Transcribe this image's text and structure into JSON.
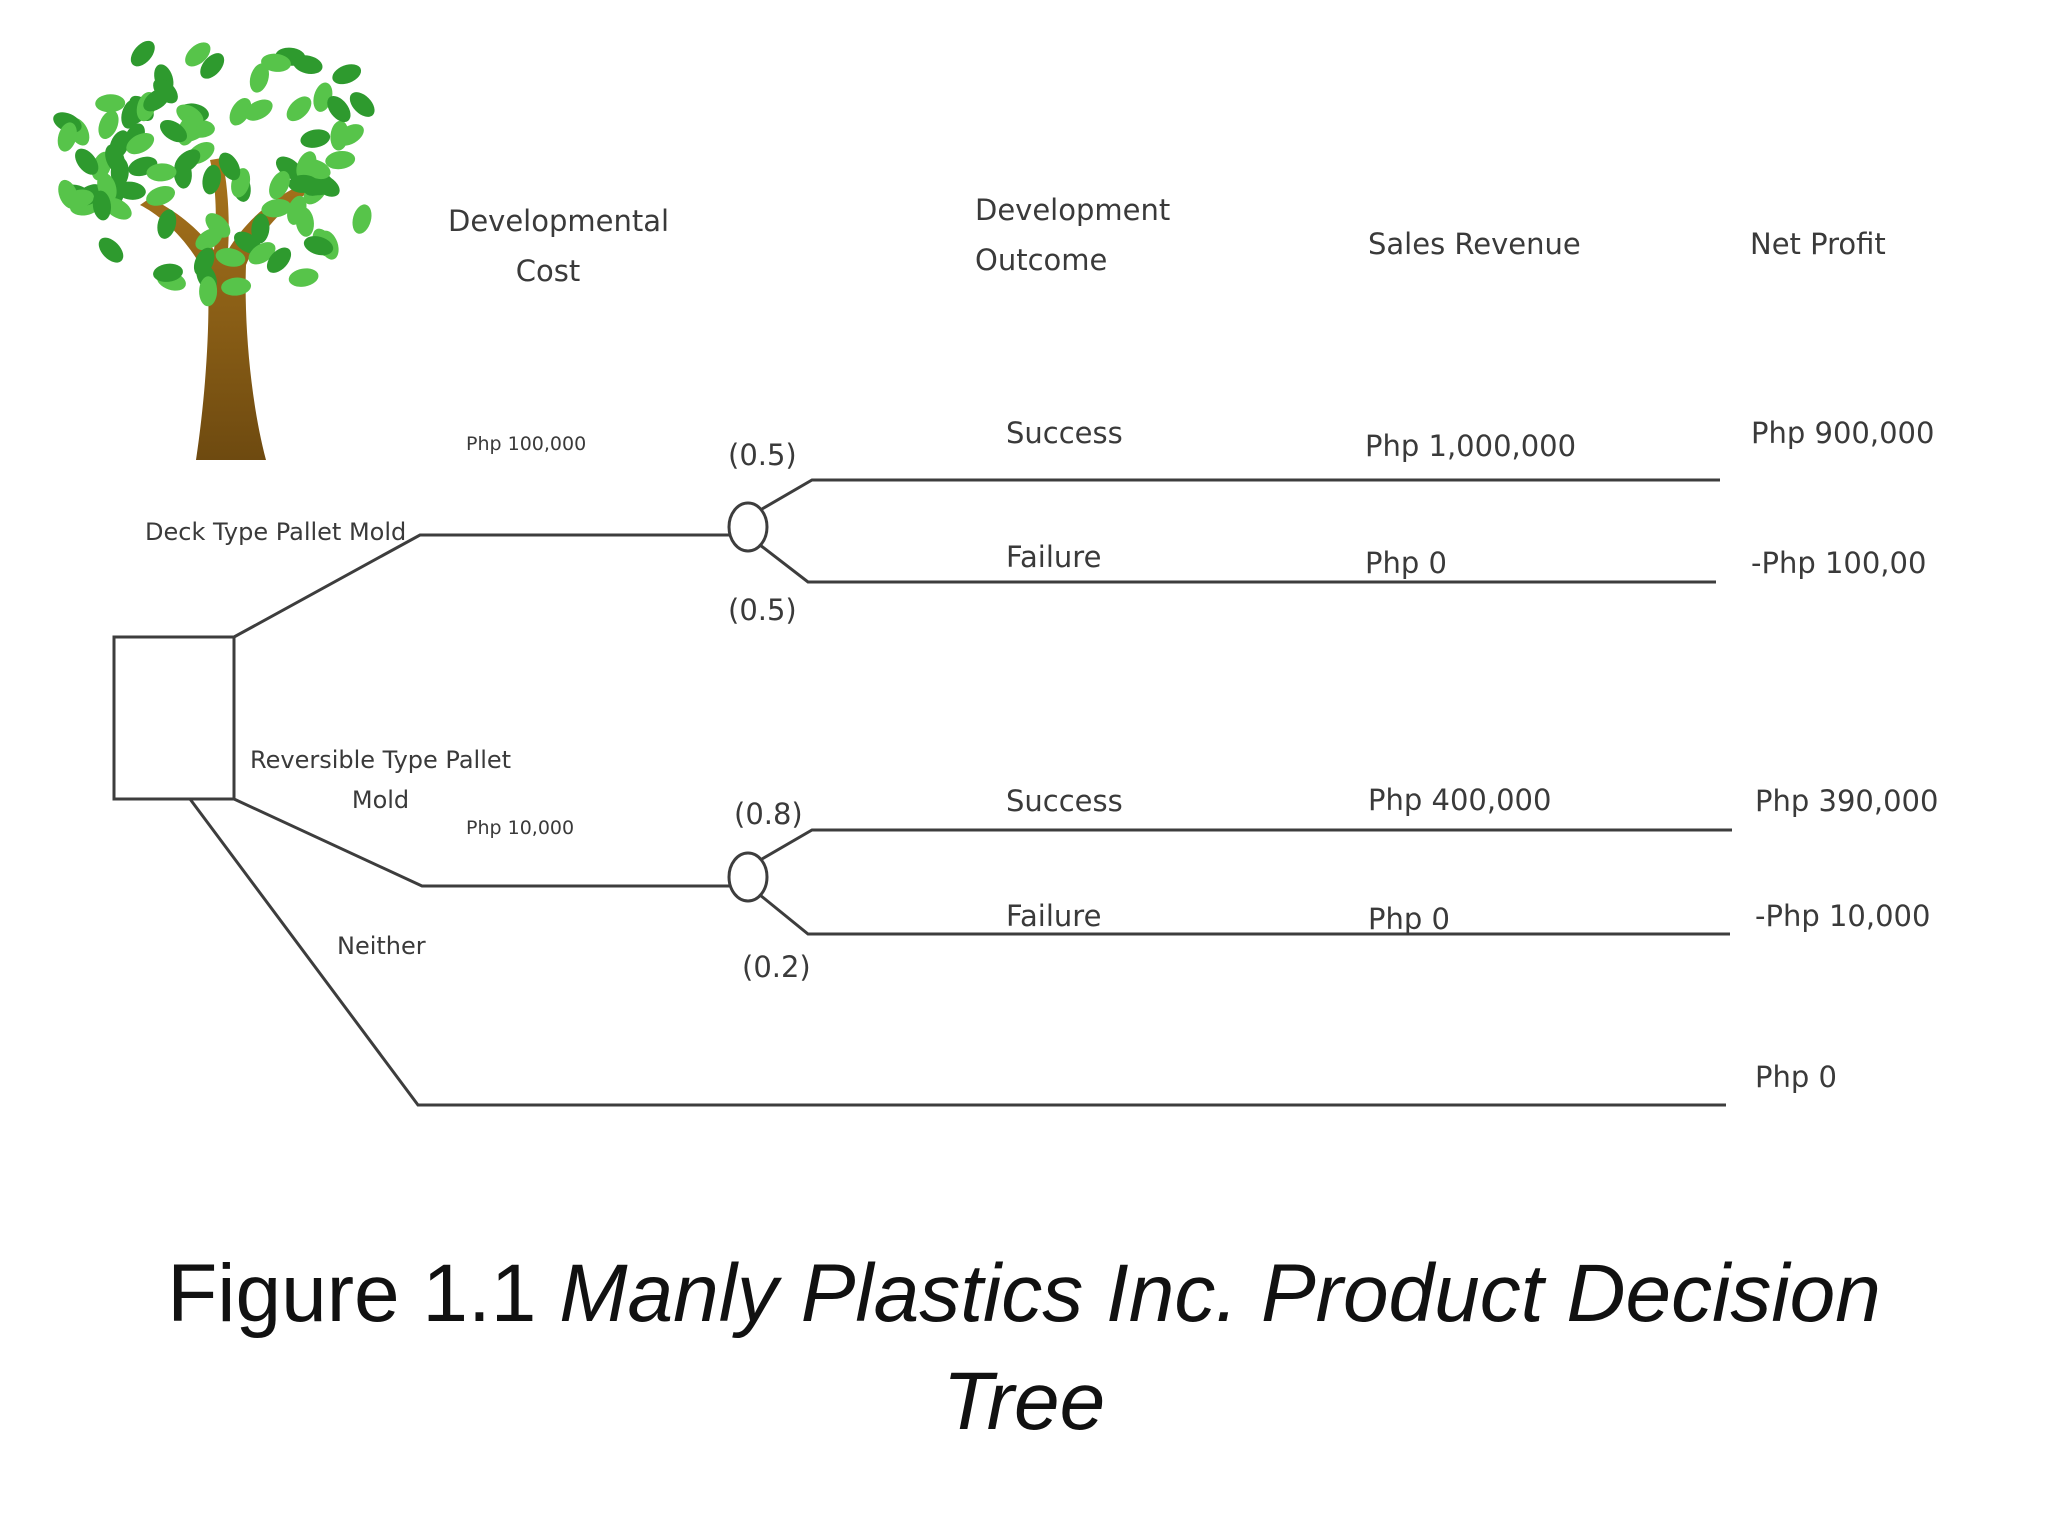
{
  "caption": {
    "figure_label": "Figure 1.1",
    "title": "Manly Plastics Inc. Product Decision Tree"
  },
  "colors": {
    "line": "#3d3d3d",
    "leaf": "#2e9a2e",
    "leaf_light": "#57c44a",
    "trunk": "#a8741c",
    "trunk_dark": "#6e4a10"
  },
  "headers": {
    "developmental_cost": [
      "Developmental",
      "Cost"
    ],
    "development_outcome": [
      "Development",
      "Outcome"
    ],
    "sales_revenue": "Sales Revenue",
    "net_profit": "Net Profit"
  },
  "decision_tree": {
    "decision_node": "decision-square",
    "options": [
      {
        "label": "Deck Type Pallet Mold",
        "cost": "Php 100,000",
        "chance": {
          "branches": [
            {
              "probability": "(0.5)",
              "outcome": "Success",
              "revenue": "Php 1,000,000",
              "net_profit": "Php 900,000"
            },
            {
              "probability": "(0.5)",
              "outcome": "Failure",
              "revenue": "Php 0",
              "net_profit": "-Php 100,00"
            }
          ]
        }
      },
      {
        "label": [
          "Reversible Type Pallet",
          "Mold"
        ],
        "cost": "Php 10,000",
        "chance": {
          "branches": [
            {
              "probability": "(0.8)",
              "outcome": "Success",
              "revenue": "Php 400,000",
              "net_profit": "Php 390,000"
            },
            {
              "probability": "(0.2)",
              "outcome": "Failure",
              "revenue": "Php 0",
              "net_profit": "-Php 10,000"
            }
          ]
        }
      },
      {
        "label": "Neither",
        "net_profit": "Php 0"
      }
    ]
  },
  "illustration": {
    "icon": "tree-icon"
  }
}
